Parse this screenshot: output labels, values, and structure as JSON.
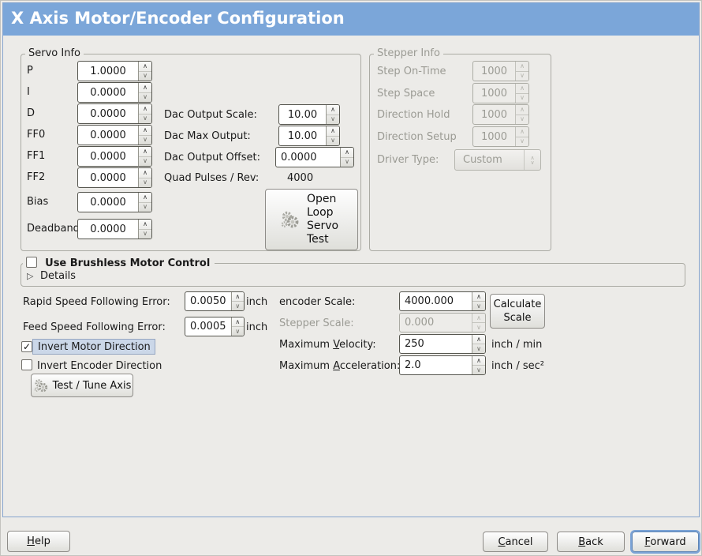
{
  "window": {
    "title": "X Axis Motor/Encoder Configuration"
  },
  "icons": {
    "spin_up": "∧",
    "spin_down": "∨",
    "check": "✓",
    "expander_collapsed": "▷"
  },
  "colors": {
    "titlebar": "#7BA6D9",
    "window_border": "#87A5CE",
    "focus_ring": "#7BA3D6",
    "label_highlight": "#CBD7E8"
  },
  "servo_info": {
    "legend": "Servo Info",
    "rows": [
      {
        "label": "P",
        "value": "1.0000"
      },
      {
        "label": "I",
        "value": "0.0000"
      },
      {
        "label": "D",
        "value": "0.0000"
      },
      {
        "label": "FF0",
        "value": "0.0000"
      },
      {
        "label": "FF1",
        "value": "0.0000"
      },
      {
        "label": "FF2",
        "value": "0.0000"
      },
      {
        "label": "Bias",
        "value": "0.0000"
      },
      {
        "label": "Deadband",
        "value": "0.0000"
      }
    ],
    "dac_scale_label": "Dac Output Scale:",
    "dac_scale_value": "10.00",
    "dac_max_label": "Dac Max Output:",
    "dac_max_value": "10.00",
    "dac_offset_label": "Dac Output Offset:",
    "dac_offset_value": "0.0000",
    "quad_label": "Quad Pulses / Rev:",
    "quad_value": "4000",
    "open_loop_button": "Open Loop Servo Test"
  },
  "stepper_info": {
    "legend": "Stepper Info",
    "rows": [
      {
        "label": "Step On-Time",
        "value": "1000"
      },
      {
        "label": "Step Space",
        "value": "1000"
      },
      {
        "label": "Direction Hold",
        "value": "1000"
      },
      {
        "label": "Direction Setup",
        "value": "1000"
      }
    ],
    "driver_type_label": "Driver Type:",
    "driver_type_value": "Custom"
  },
  "brushless": {
    "checkbox_label": "Use Brushless Motor Control",
    "details_label": "Details"
  },
  "following_error": {
    "rapid_label": "Rapid Speed Following Error:",
    "rapid_value": "0.0050",
    "rapid_unit": "inch",
    "feed_label": "Feed Speed Following Error:",
    "feed_value": "0.0005",
    "feed_unit": "inch"
  },
  "options": {
    "invert_motor_label": "Invert Motor Direction",
    "invert_encoder_label": "Invert Encoder Direction",
    "test_tune_button": "Test / Tune Axis"
  },
  "scale": {
    "encoder_label": "encoder Scale:",
    "encoder_value": "4000.000",
    "stepper_label": "Stepper Scale:",
    "stepper_value": "0.000",
    "velocity_label": {
      "pre": "Maximum ",
      "mn": "V",
      "post": "elocity:"
    },
    "velocity_value": "250",
    "velocity_unit": "inch / min",
    "accel_label": {
      "pre": "Maximum ",
      "mn": "A",
      "post": "cceleration:"
    },
    "accel_value": "2.0",
    "accel_unit": "inch / sec²",
    "calculate_button": "Calculate Scale"
  },
  "actions": {
    "help": {
      "mn": "H",
      "post": "elp"
    },
    "cancel": {
      "mn": "C",
      "post": "ancel"
    },
    "back": {
      "mn": "B",
      "post": "ack"
    },
    "forward": {
      "mn": "F",
      "post": "orward"
    }
  }
}
